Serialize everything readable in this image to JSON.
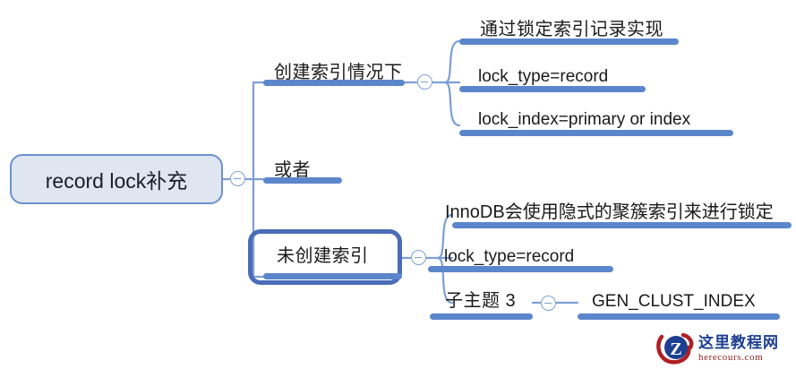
{
  "meta": {
    "title": "record lock补充 mind map",
    "colors": {
      "bar": "#5b86cc",
      "branch_line": "#7d9fd4",
      "root_fill": "#dfe6f1",
      "root_border": "#6b91d0",
      "selection_border": "#4b6cb7",
      "text": "#1a1a1a",
      "watermark_cn": "#1d3f8f",
      "watermark_en": "#8d2222"
    }
  },
  "mindmap": {
    "root": {
      "label": "record lock补充",
      "toggle_icon": "collapse-minus-icon"
    },
    "branches": [
      {
        "id": "with-index",
        "label": "创建索引情况下",
        "toggle_icon": "collapse-minus-icon",
        "children": [
          {
            "id": "impl",
            "label": "通过锁定索引记录实现"
          },
          {
            "id": "lock-type-1",
            "label": "lock_type=record"
          },
          {
            "id": "lock-index",
            "label": "lock_index=primary or index"
          }
        ]
      },
      {
        "id": "or",
        "label": "或者",
        "children": []
      },
      {
        "id": "without-index",
        "label": "未创建索引",
        "selected": true,
        "toggle_icon": "collapse-minus-icon",
        "children": [
          {
            "id": "innodb-implicit",
            "label": "InnoDB会使用隐式的聚簇索引来进行锁定"
          },
          {
            "id": "lock-type-2",
            "label": "lock_type=record"
          },
          {
            "id": "subtopic-3",
            "label": "子主题 3",
            "toggle_icon": "collapse-minus-icon",
            "children": [
              {
                "id": "gen-clust-index",
                "label": "GEN_CLUST_INDEX"
              }
            ]
          }
        ]
      }
    ]
  },
  "watermark": {
    "logo_icon": "herecours-z-logo",
    "name_cn": "这里教程网",
    "name_en": "herecours.com"
  }
}
